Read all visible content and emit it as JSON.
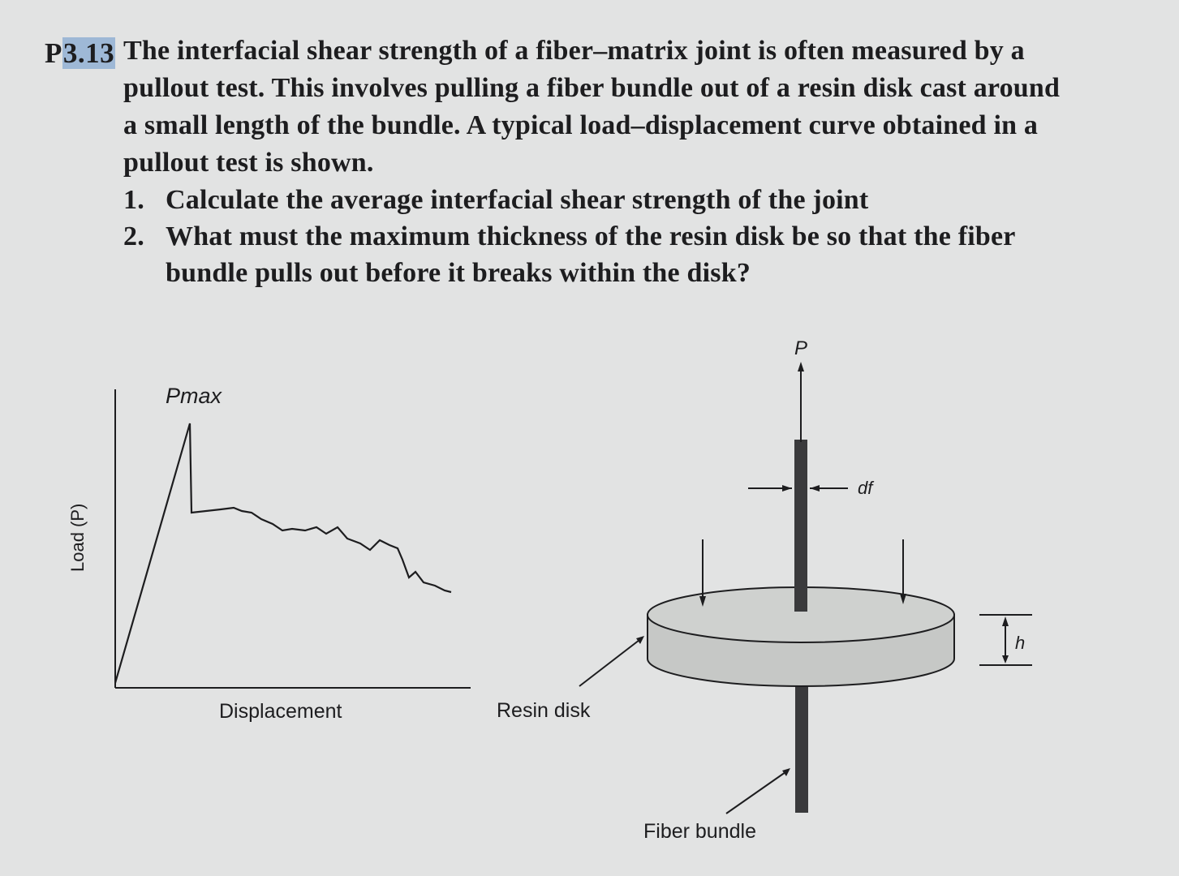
{
  "problem": {
    "number": "P3.13",
    "number_highlight": "3.13",
    "intro": "The interfacial shear strength of a fiber–matrix joint is often measured by a pullout test. This involves pulling a fiber bundle out of a resin disk cast around a small length of the bundle. A typical load–displacement curve obtained in a pullout test is shown.",
    "questions": [
      {
        "num": "1.",
        "text": "Calculate the average interfacial shear strength of the joint"
      },
      {
        "num": "2.",
        "text": "What must the maximum thickness of the resin disk be so that the fiber bundle pulls out before it breaks within the disk?"
      }
    ]
  },
  "figure": {
    "graph": {
      "ylabel": "Load (P)",
      "xlabel": "Displacement",
      "peak_label": "Pmax"
    },
    "setup": {
      "load_label": "P",
      "diameter_label": "df",
      "thickness_label": "h",
      "disk_label": "Resin disk",
      "fiber_label": "Fiber bundle"
    }
  }
}
